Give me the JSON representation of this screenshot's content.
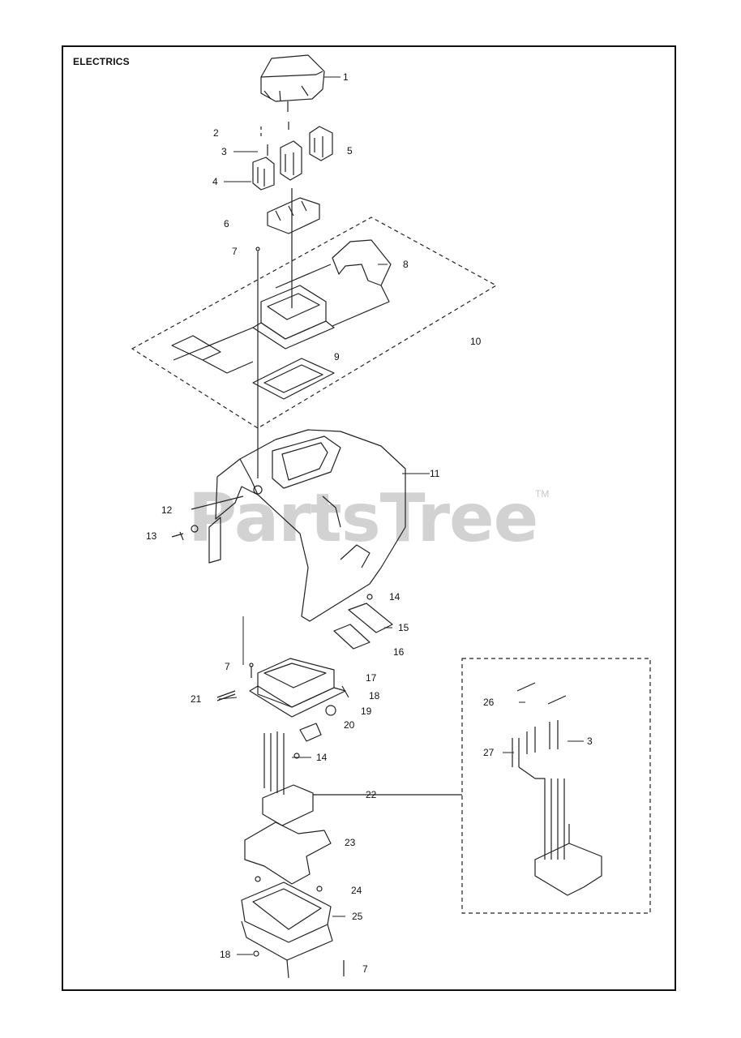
{
  "title": "ELECTRICS",
  "watermark": {
    "text": "PartsTree",
    "trademark": "TM"
  },
  "callouts": [
    {
      "id": "c1",
      "label": "1"
    },
    {
      "id": "c2",
      "label": "2"
    },
    {
      "id": "c3",
      "label": "3"
    },
    {
      "id": "c4",
      "label": "4"
    },
    {
      "id": "c5",
      "label": "5"
    },
    {
      "id": "c6",
      "label": "6"
    },
    {
      "id": "c7a",
      "label": "7"
    },
    {
      "id": "c8",
      "label": "8"
    },
    {
      "id": "c9",
      "label": "9"
    },
    {
      "id": "c10",
      "label": "10"
    },
    {
      "id": "c11",
      "label": "11"
    },
    {
      "id": "c12",
      "label": "12"
    },
    {
      "id": "c13",
      "label": "13"
    },
    {
      "id": "c14a",
      "label": "14"
    },
    {
      "id": "c15",
      "label": "15"
    },
    {
      "id": "c16",
      "label": "16"
    },
    {
      "id": "c7b",
      "label": "7"
    },
    {
      "id": "c17",
      "label": "17"
    },
    {
      "id": "c18a",
      "label": "18"
    },
    {
      "id": "c21",
      "label": "21"
    },
    {
      "id": "c19",
      "label": "19"
    },
    {
      "id": "c20",
      "label": "20"
    },
    {
      "id": "c14b",
      "label": "14"
    },
    {
      "id": "c22",
      "label": "22"
    },
    {
      "id": "c23",
      "label": "23"
    },
    {
      "id": "c24",
      "label": "24"
    },
    {
      "id": "c25",
      "label": "25"
    },
    {
      "id": "c18b",
      "label": "18"
    },
    {
      "id": "c7c",
      "label": "7"
    },
    {
      "id": "c26",
      "label": "26"
    },
    {
      "id": "c27",
      "label": "27"
    },
    {
      "id": "c3b",
      "label": "3"
    }
  ]
}
